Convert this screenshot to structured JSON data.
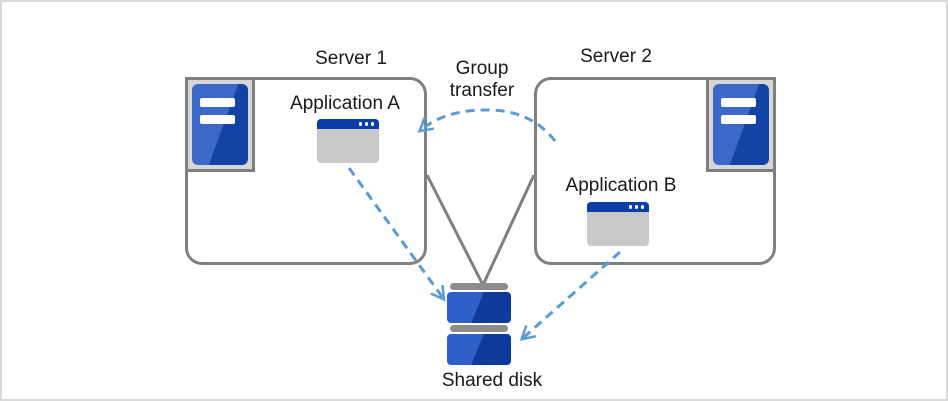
{
  "diagram": {
    "servers": [
      {
        "label": "Server 1",
        "application": {
          "label": "Application A"
        }
      },
      {
        "label": "Server 2",
        "application": {
          "label": "Application B"
        }
      }
    ],
    "arrows": {
      "group_transfer_label": "Group transfer"
    },
    "shared_disk": {
      "label": "Shared disk"
    },
    "icons": {
      "server": "server-icon",
      "application": "app-window-icon",
      "disk": "shared-disk-icon"
    },
    "colors": {
      "line_gray": "#7F7F7F",
      "arrow_blue": "#5B9BD5",
      "icon_bg_gray": "#D6D6D6",
      "server_blue_light": "#3B68C9",
      "server_blue_dark": "#1243A5",
      "app_titlebar_blue": "#0A3EA8",
      "app_body_gray": "#C9C9C9",
      "disk_cap_gray": "#8C8C8C",
      "disk_blue_light": "#2F5FC8",
      "disk_blue_dark": "#0E3A9C",
      "text_black": "#1A1A1A",
      "canvas_border": "#D9D9D9"
    }
  }
}
